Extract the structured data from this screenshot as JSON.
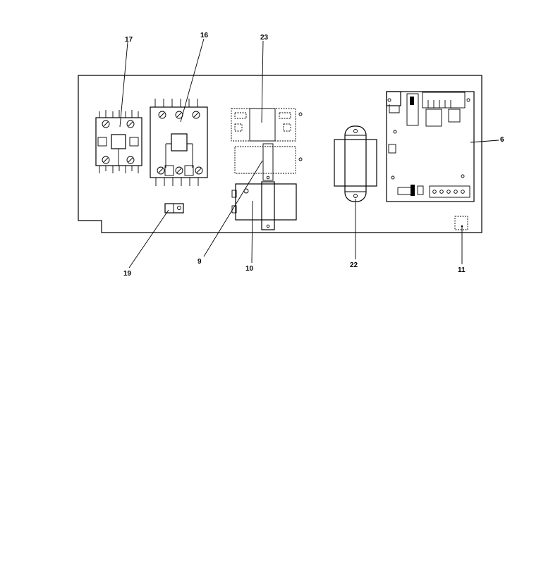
{
  "callouts": {
    "c17": "17",
    "c16": "16",
    "c23": "23",
    "c6": "6",
    "c9": "9",
    "c10": "10",
    "c22": "22",
    "c11": "11",
    "c19": "19"
  }
}
